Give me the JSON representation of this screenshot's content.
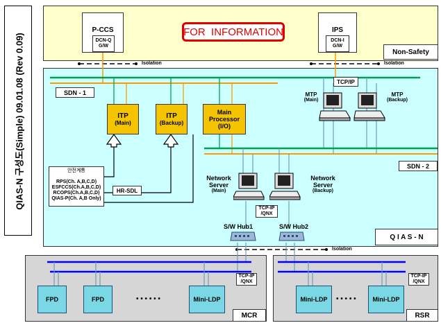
{
  "side_title": "QIAS-N 구성도(Simple) 09.01.08  (Rev 0.09)",
  "non_safety": {
    "label": "Non-Safety",
    "banner": "FOR  INFORMATION",
    "pccs": {
      "title": "P-CCS",
      "gateway": "DCN-Q\nG/W"
    },
    "ips": {
      "title": "IPS",
      "gateway": "DCN-I\nG/W"
    }
  },
  "isolation_labels": [
    "Isolation",
    "Isolation",
    "Isolation"
  ],
  "qias": {
    "label": "Q I A S - N",
    "sdn1": "SDN - 1",
    "sdn2": "SDN - 2",
    "tcpip_top": "TCP/IP",
    "itp_main": {
      "title": "ITP",
      "sub": "(Main)"
    },
    "itp_backup": {
      "title": "ITP",
      "sub": "(Backup)"
    },
    "main_processor": {
      "line1": "Main",
      "line2": "Processor",
      "line3": "(I/O)"
    },
    "mtp_main": {
      "title": "MTP",
      "sub": "(Main)"
    },
    "mtp_backup": {
      "title": "MTP",
      "sub": "(Backup)"
    },
    "net_server_main": {
      "line1": "Network",
      "line2": "Server",
      "line3": "(Main)"
    },
    "net_server_backup": {
      "line1": "Network",
      "line2": "Server",
      "line3": "(Backup)"
    },
    "tcp_qnx": "TCP-IP\n/QNX",
    "hub1": "S/W Hub1",
    "hub2": "S/W Hub2",
    "safety_heading": "안전계통",
    "safety_list": [
      "RPS(Ch. A,B,C,D)",
      "ESFCCS(Ch.A,B,C,D)",
      "RCOPS(Ch.A,B,C,D)",
      "QIAS-P(Ch. A,B Only)"
    ],
    "hrsdl": "HR-SDL"
  },
  "mcr": {
    "label": "MCR",
    "tcp_qnx": "TCP-IP\n/QNX",
    "devices": [
      "FPD",
      "FPD",
      "Mini-LDP"
    ],
    "dots": "• • • • • •"
  },
  "rsr": {
    "label": "RSR",
    "tcp_qnx": "TCP-IP\n/QNX",
    "devices": [
      "Mini-LDP",
      "Mini-LDP"
    ],
    "dots": "• • • • •"
  },
  "colors": {
    "non_safety_bg": "#ffffcc",
    "qias_bg": "#ccffff",
    "room_bg": "#d6d6d6",
    "sdn1_line": "#00a050",
    "sdn_orange": "#ff9900",
    "bus_blue": "#0000ff",
    "banner_red": "#e00000"
  }
}
